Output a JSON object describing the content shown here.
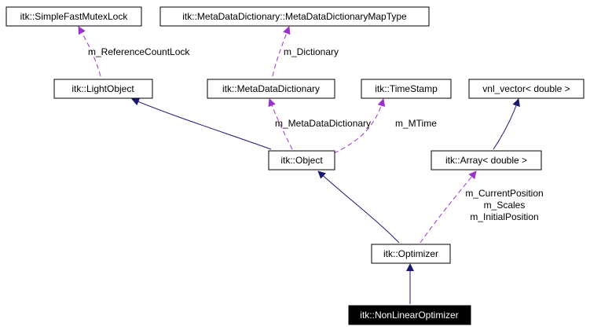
{
  "colors": {
    "inherit_edge": "#191970",
    "usage_edge": "#9a32cd",
    "node_border": "#000000",
    "current_fill": "#000000",
    "current_text": "#ffffff"
  },
  "nodes": {
    "simple_fast_mutex_lock": "itk::SimpleFastMutexLock",
    "meta_data_dictionary_map_type": "itk::MetaDataDictionary::MetaDataDictionaryMapType",
    "light_object": "itk::LightObject",
    "meta_data_dictionary": "itk::MetaDataDictionary",
    "time_stamp": "itk::TimeStamp",
    "vnl_vector_double": "vnl_vector< double >",
    "object": "itk::Object",
    "array_double": "itk::Array< double >",
    "optimizer": "itk::Optimizer",
    "non_linear_optimizer": "itk::NonLinearOptimizer"
  },
  "edge_labels": {
    "reference_count_lock": "m_ReferenceCountLock",
    "dictionary": "m_Dictionary",
    "meta_data_dictionary": "m_MetaDataDictionary",
    "mtime": "m_MTime",
    "current_position": "m_CurrentPosition",
    "scales": "m_Scales",
    "initial_position": "m_InitialPosition"
  }
}
